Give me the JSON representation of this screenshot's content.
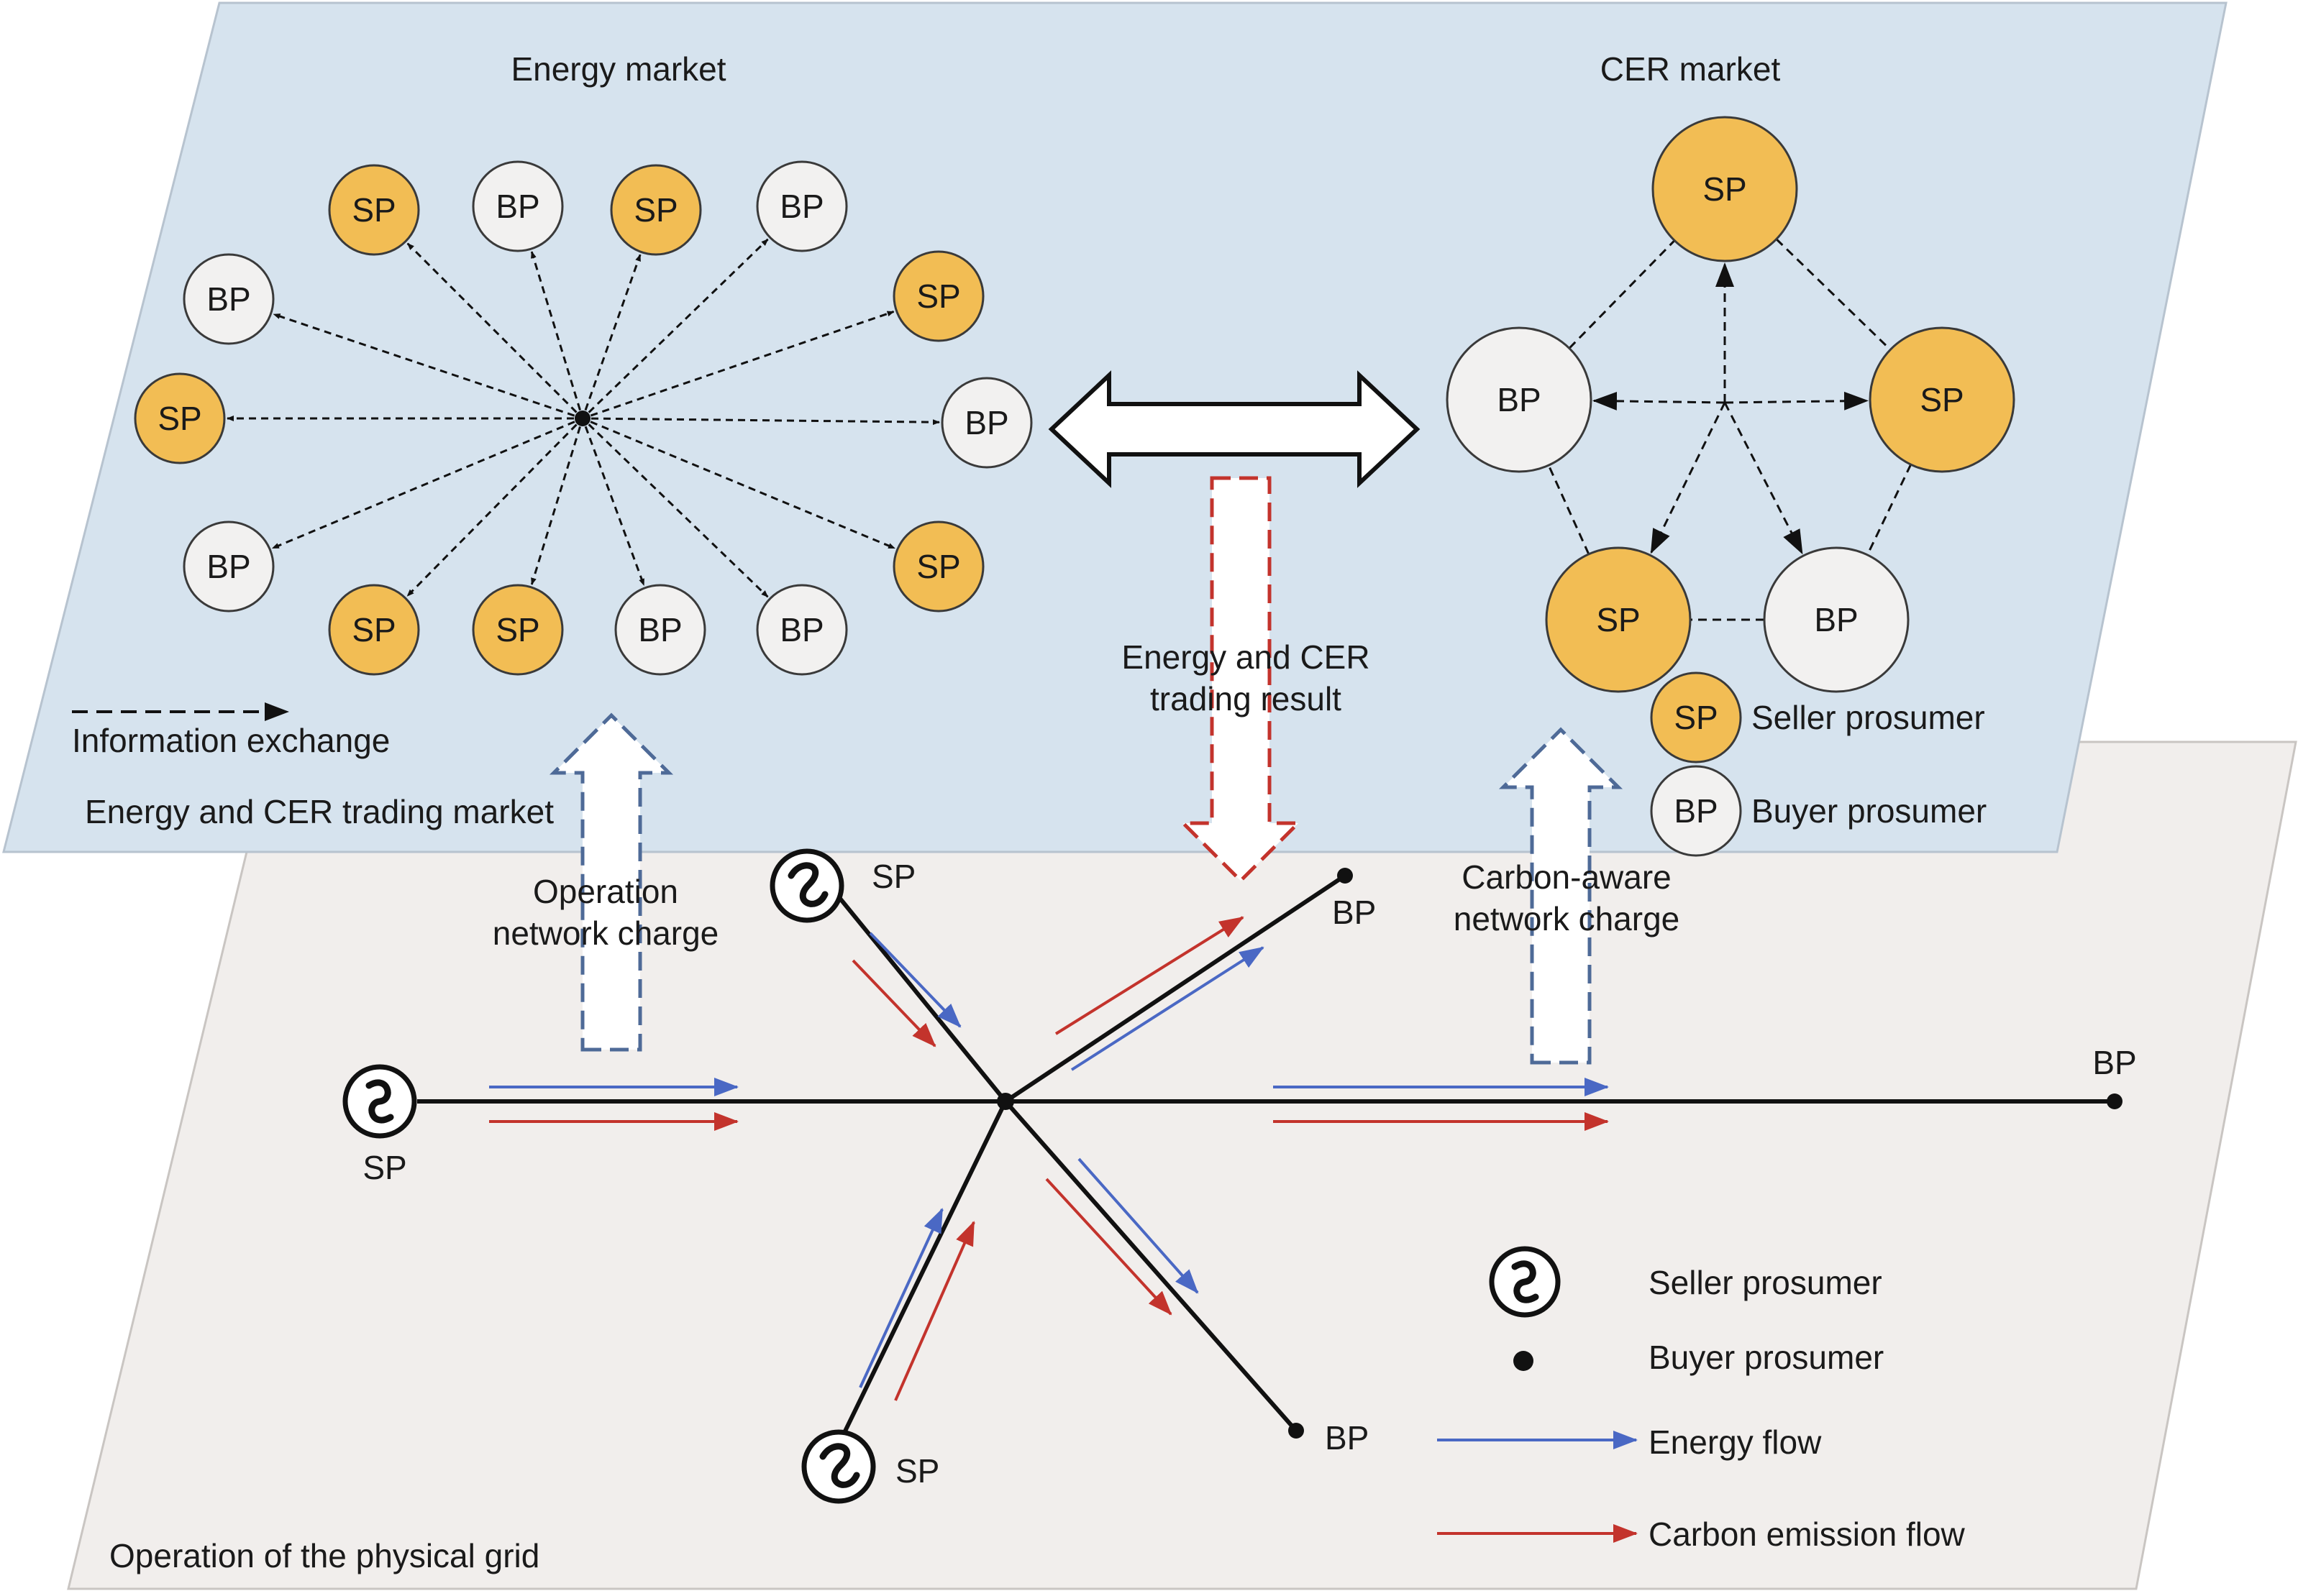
{
  "colors": {
    "market_plane": "#d6e3ee",
    "grid_plane": "#f1eeec",
    "seller_fill": "#f2bd54",
    "buyer_fill": "#f2f1f0",
    "energy_flow": "#4a68c4",
    "carbon_flow": "#c3332c",
    "dashed_arrow_blue": "#4e6a97",
    "dashed_arrow_red": "#c3332c"
  },
  "energy_market": {
    "title": "Energy market",
    "nodes": [
      "SP",
      "BP",
      "SP",
      "BP",
      "BP",
      "SP",
      "SP",
      "BP",
      "BP",
      "SP",
      "SP",
      "SP",
      "BP",
      "BP"
    ],
    "legend_label": "Information exchange"
  },
  "cer_market": {
    "title": "CER market",
    "nodes": [
      "SP",
      "BP",
      "SP",
      "SP",
      "BP"
    ]
  },
  "market_legend": {
    "seller_abbr": "SP",
    "seller_label": "Seller prosumer",
    "buyer_abbr": "BP",
    "buyer_label": "Buyer prosumer"
  },
  "market_plane_label": "Energy and CER trading market",
  "result_label": [
    "Energy and CER",
    "trading result"
  ],
  "operation_label": [
    "Operation",
    "network charge"
  ],
  "carbon_label": [
    "Carbon-aware",
    "network charge"
  ],
  "grid": {
    "plane_label": "Operation of the physical grid",
    "nodes": {
      "sp_left": "SP",
      "sp_top": "SP",
      "sp_bottom": "SP",
      "bp_top_right": "BP",
      "bp_right": "BP",
      "bp_bottom_right": "BP"
    }
  },
  "grid_legend": {
    "seller": "Seller prosumer",
    "buyer": "Buyer prosumer",
    "energy": "Energy flow",
    "carbon": "Carbon emission flow"
  }
}
